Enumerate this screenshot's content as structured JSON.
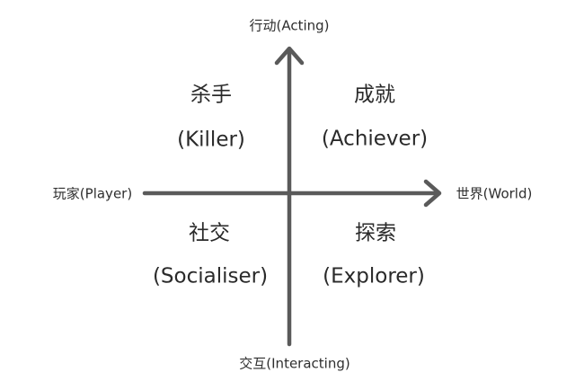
{
  "axes": {
    "top": "行动(Acting)",
    "bottom": "交互(Interacting)",
    "left": "玩家(Player)",
    "right": "世界(World)"
  },
  "quadrants": {
    "top_left": {
      "name_zh": "杀手",
      "name_en": "(Killer)"
    },
    "top_right": {
      "name_zh": "成就",
      "name_en": "(Achiever)"
    },
    "bottom_left": {
      "name_zh": "社交",
      "name_en": "(Socialiser)"
    },
    "bottom_right": {
      "name_zh": "探索",
      "name_en": "(Explorer)"
    }
  },
  "colors": {
    "background": "#ffffff",
    "axis_stroke": "#555555",
    "text": "#2b2b2b"
  }
}
